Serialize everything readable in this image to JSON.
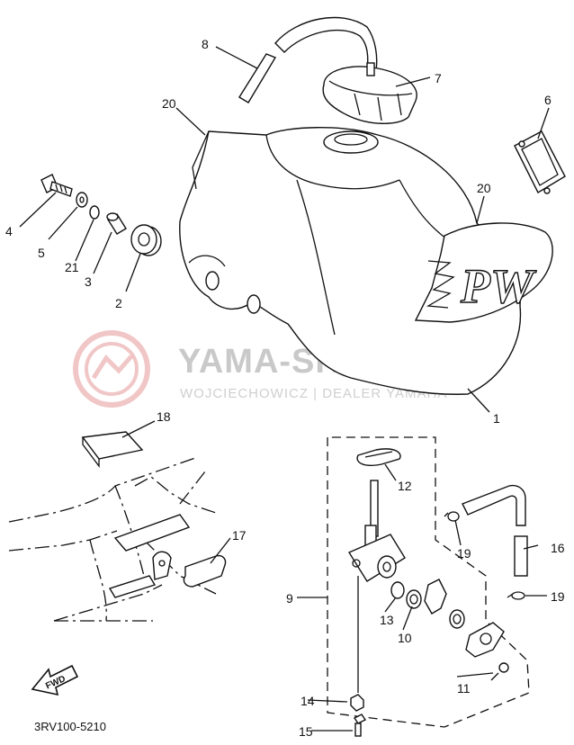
{
  "diagram": {
    "catalog_code": "3RV100-5210",
    "fwd_label": "FWD",
    "tank_logo_text": "PW",
    "watermark": {
      "brand": "YAMA-SKLEP.PL",
      "tagline": "WOJCIECHOWICZ | DEALER YAMAHA",
      "accent_color": "#e8a0a0"
    },
    "callouts": [
      {
        "id": "c1",
        "number": "1"
      },
      {
        "id": "c2",
        "number": "2"
      },
      {
        "id": "c3",
        "number": "3"
      },
      {
        "id": "c4",
        "number": "4"
      },
      {
        "id": "c5",
        "number": "5"
      },
      {
        "id": "c6",
        "number": "6"
      },
      {
        "id": "c7",
        "number": "7"
      },
      {
        "id": "c8",
        "number": "8"
      },
      {
        "id": "c9",
        "number": "9"
      },
      {
        "id": "c10",
        "number": "10"
      },
      {
        "id": "c11",
        "number": "11"
      },
      {
        "id": "c12",
        "number": "12"
      },
      {
        "id": "c13",
        "number": "13"
      },
      {
        "id": "c14",
        "number": "14"
      },
      {
        "id": "c15",
        "number": "15"
      },
      {
        "id": "c16",
        "number": "16"
      },
      {
        "id": "c17",
        "number": "17"
      },
      {
        "id": "c18",
        "number": "18"
      },
      {
        "id": "c19a",
        "number": "19"
      },
      {
        "id": "c19b",
        "number": "19"
      },
      {
        "id": "c20a",
        "number": "20"
      },
      {
        "id": "c20b",
        "number": "20"
      },
      {
        "id": "c21",
        "number": "21"
      }
    ]
  }
}
